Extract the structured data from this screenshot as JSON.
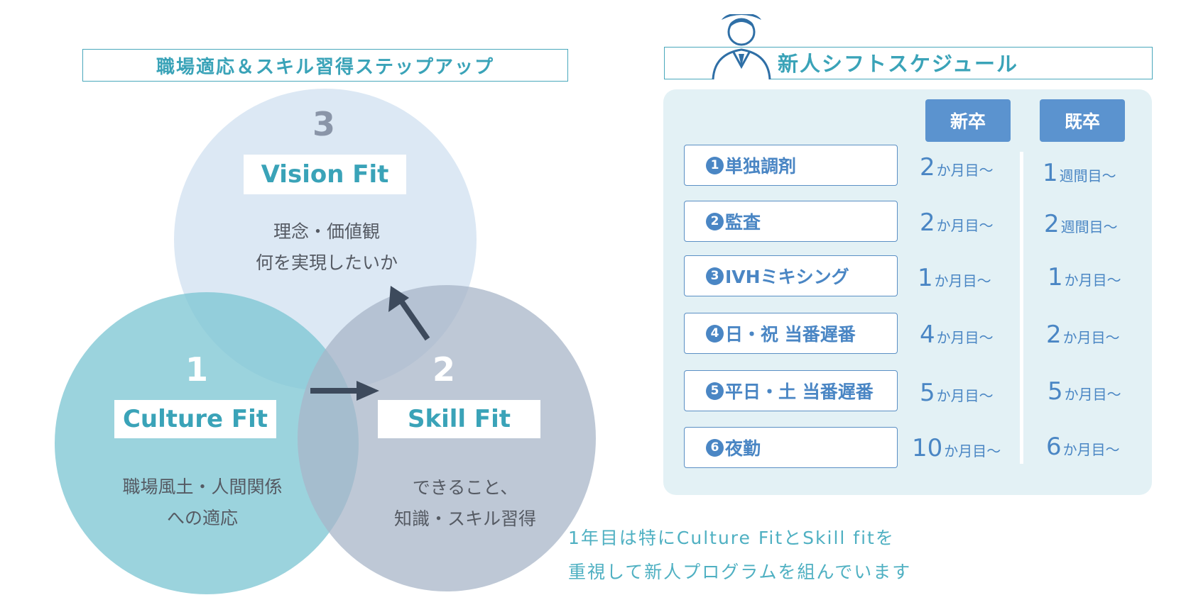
{
  "left_title": "職場適応＆スキル習得ステップアップ",
  "venn": {
    "vision": {
      "number": "3",
      "label": "Vision Fit",
      "desc": [
        "理念・価値観",
        "何を実現したいか"
      ]
    },
    "culture": {
      "number": "1",
      "label": "Culture Fit",
      "desc": [
        "職場風土・人間関係",
        "への適応"
      ]
    },
    "skill": {
      "number": "2",
      "label": "Skill Fit",
      "desc": [
        "できること、",
        "知識・スキル習得"
      ]
    }
  },
  "note": [
    "1年目は特にCulture FitとSkill fitを",
    "重視して新人プログラムを組んでいます"
  ],
  "schedule": {
    "title": "新人シフトスケジュール",
    "col_new": "新卒",
    "col_exp": "既卒",
    "rows": [
      {
        "badge": "1",
        "task": "単独調剤",
        "new_num": "2",
        "new_unit": "か月目～",
        "exp_num": "1",
        "exp_unit": "週間目～"
      },
      {
        "badge": "2",
        "task": "監査",
        "new_num": "2",
        "new_unit": "か月目～",
        "exp_num": "2",
        "exp_unit": "週間目～"
      },
      {
        "badge": "3",
        "task": "IVHミキシング",
        "new_num": "1",
        "new_unit": "か月目～",
        "exp_num": "1",
        "exp_unit": "か月目～"
      },
      {
        "badge": "4",
        "task": "日・祝 当番遅番",
        "new_num": "4",
        "new_unit": "か月目～",
        "exp_num": "2",
        "exp_unit": "か月目～"
      },
      {
        "badge": "5",
        "task": "平日・土 当番遅番",
        "new_num": "5",
        "new_unit": "か月目～",
        "exp_num": "5",
        "exp_unit": "か月目～"
      },
      {
        "badge": "6",
        "task": "夜勤",
        "new_num": "10",
        "new_unit": "か月目～",
        "exp_num": "6",
        "exp_unit": "か月目～"
      }
    ]
  },
  "colors": {
    "teal_text": "#3aa3b8",
    "blue_text": "#4a86c4",
    "header_blue": "#5b93cf",
    "panel_bg": "#e3f1f5",
    "vision_circle": "#cfdff0",
    "culture_circle": "#7fc6d3",
    "skill_circle": "#a8b5c8",
    "arrow": "#3d4a5c"
  },
  "icons": [
    "person-icon",
    "arrow-up-left-icon",
    "arrow-right-icon"
  ]
}
